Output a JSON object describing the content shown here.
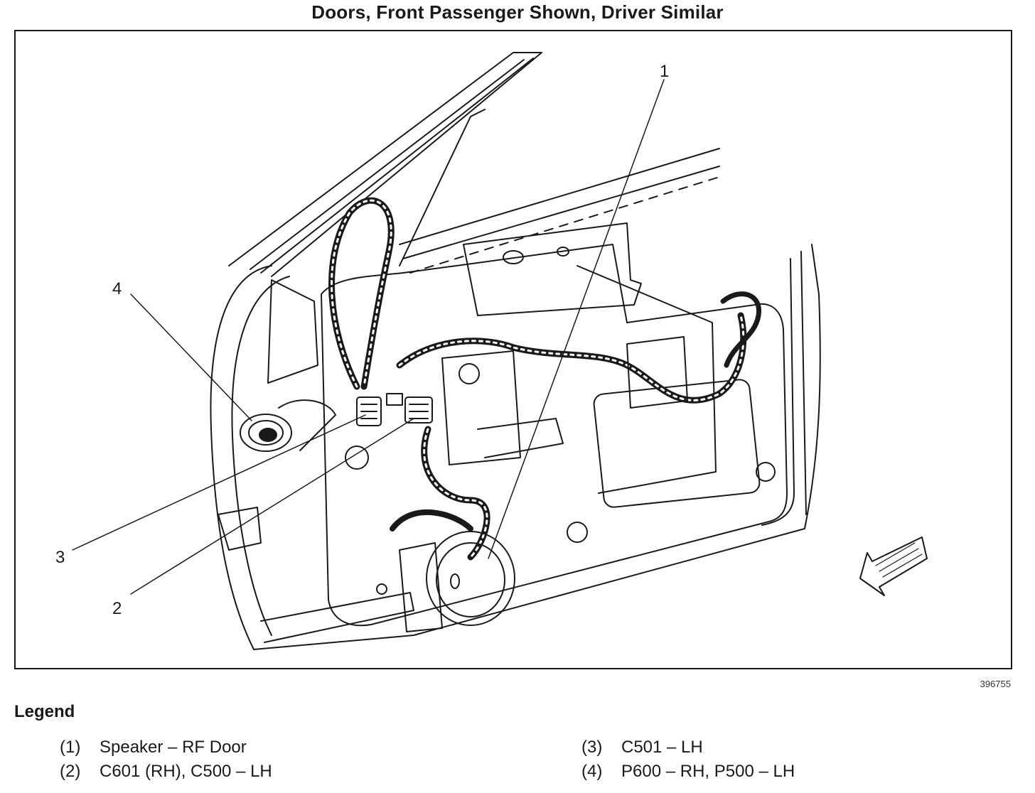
{
  "title": "Doors, Front Passenger Shown, Driver Similar",
  "figure_id": "396755",
  "callouts": [
    "1",
    "2",
    "3",
    "4"
  ],
  "legend": {
    "heading": "Legend",
    "items": [
      {
        "num": "(1)",
        "text": "Speaker – RF Door"
      },
      {
        "num": "(2)",
        "text": "C601 (RH), C500 – LH"
      },
      {
        "num": "(3)",
        "text": "C501 – LH"
      },
      {
        "num": "(4)",
        "text": "P600 – RH, P500 – LH"
      }
    ]
  }
}
